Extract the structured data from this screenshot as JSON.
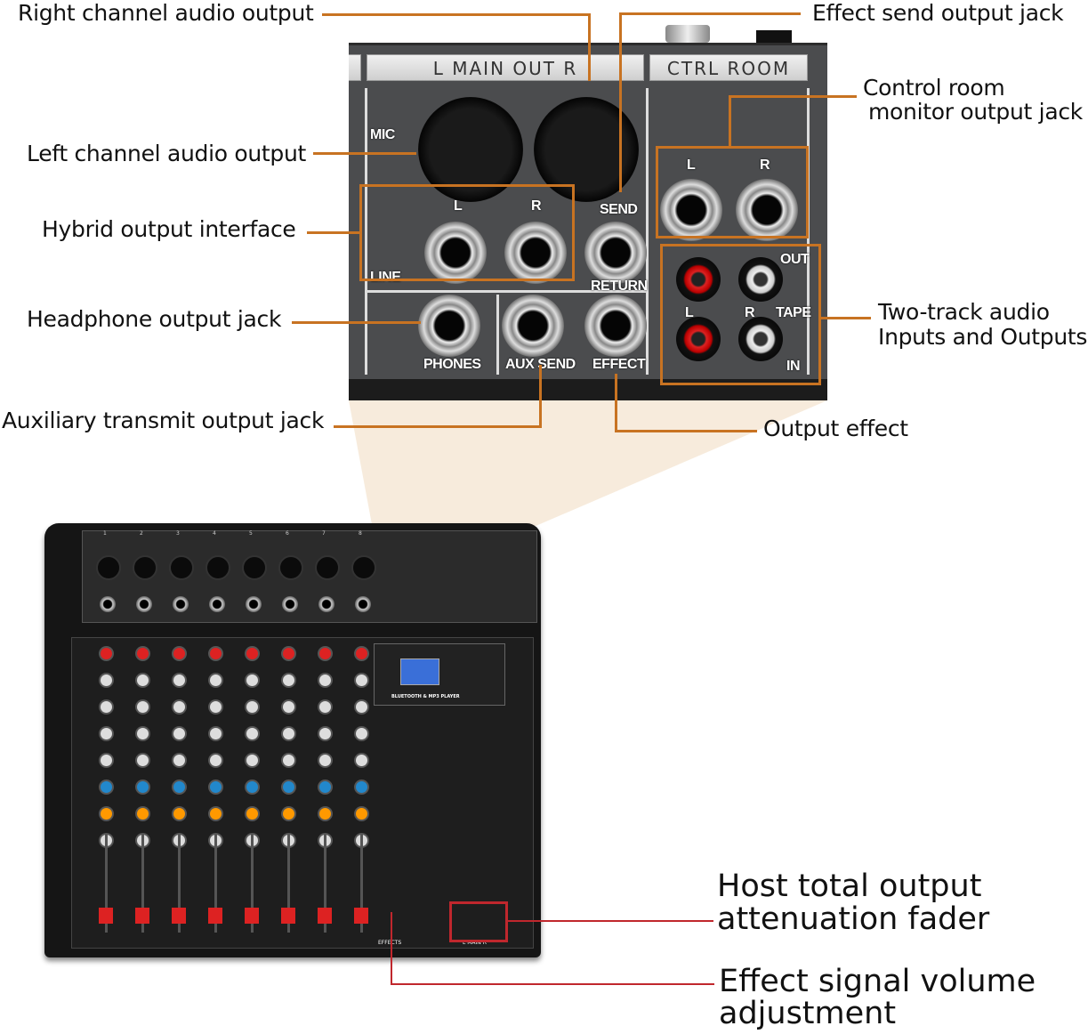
{
  "callouts": {
    "right_channel": "Right channel audio output",
    "effect_send": "Effect send output jack",
    "control_room_1": "Control room",
    "control_room_2": "monitor output jack",
    "left_channel": "Left channel audio output",
    "hybrid": "Hybrid output interface",
    "headphone": "Headphone output jack",
    "two_track_1": "Two-track audio",
    "two_track_2": "Inputs and Outputs",
    "auxiliary": "Auxiliary transmit output jack",
    "output_effect": "Output effect",
    "host_fader_1": "Host total output",
    "host_fader_2": "attenuation fader",
    "effect_volume_1": "Effect signal volume",
    "effect_volume_2": "adjustment"
  },
  "panel": {
    "main_out": "L  MAIN OUT  R",
    "ctrl_room": "CTRL ROOM",
    "mic": "MIC",
    "line": "LINE",
    "l": "L",
    "r": "R",
    "send": "SEND",
    "return": "RETURN",
    "phones": "PHONES",
    "aux_send": "AUX SEND",
    "effect": "EFFECT",
    "out": "OUT",
    "tape": "TAPE",
    "in": "IN"
  },
  "mixer": {
    "channels": [
      "1",
      "2",
      "3",
      "4",
      "5",
      "6",
      "7",
      "8"
    ],
    "display": "BLUETOOTH & MP3 PLAYER",
    "effects_label": "EFFECTS",
    "main_label": "L  MAIN  R"
  },
  "colors": {
    "callout": "#c87322",
    "callout_red": "#c0272d"
  }
}
